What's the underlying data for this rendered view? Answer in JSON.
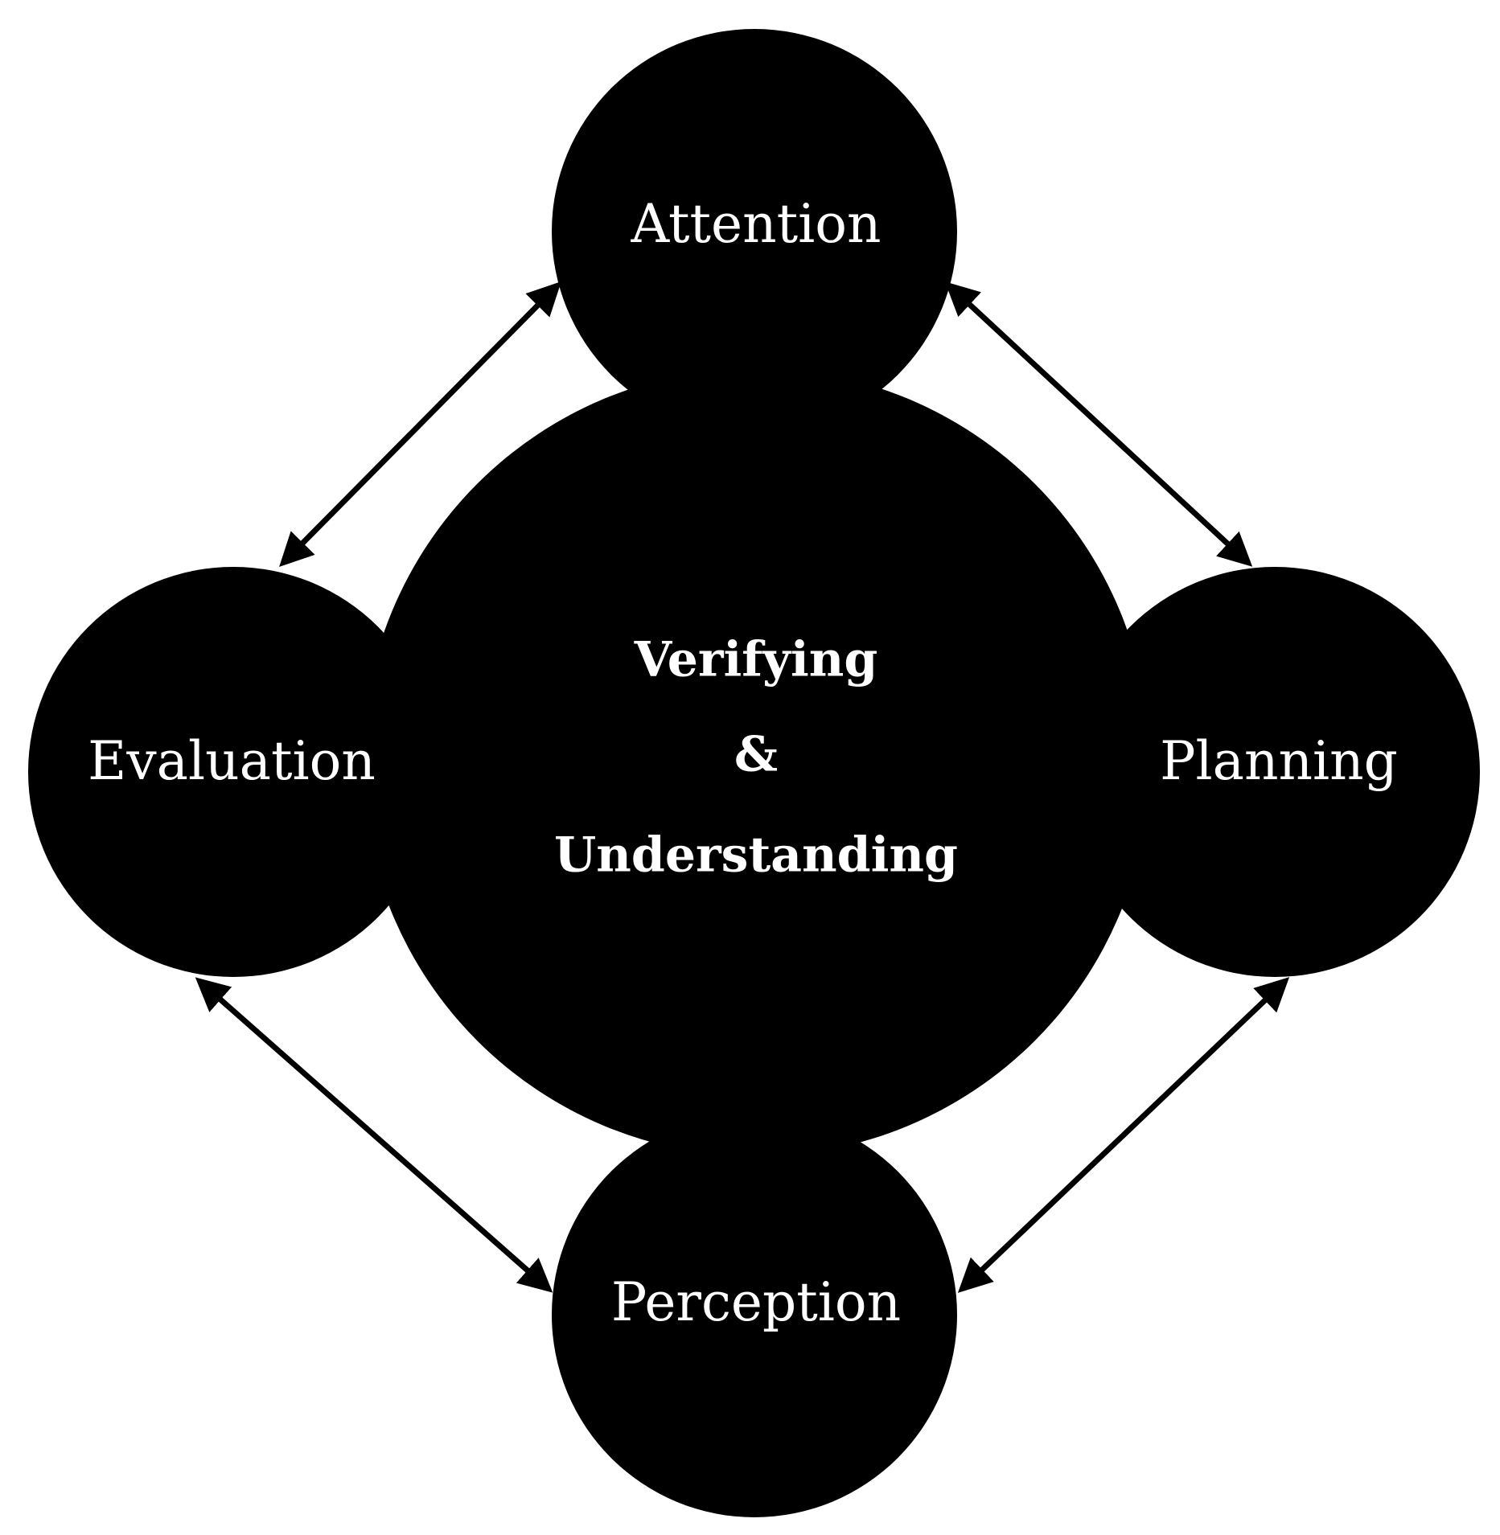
{
  "nodes": {
    "attention": {
      "label": "Attention"
    },
    "evaluation": {
      "label": "Evaluation"
    },
    "planning": {
      "label": "Planning"
    },
    "perception": {
      "label": "Perception"
    },
    "center": {
      "line1": "Verifying",
      "line2": "&",
      "line3": "Understanding"
    }
  },
  "edges": [
    {
      "from": "attention",
      "to": "evaluation",
      "direction": "bidirectional"
    },
    {
      "from": "attention",
      "to": "planning",
      "direction": "bidirectional"
    },
    {
      "from": "evaluation",
      "to": "perception",
      "direction": "bidirectional"
    },
    {
      "from": "planning",
      "to": "perception",
      "direction": "bidirectional"
    }
  ],
  "colors": {
    "node_fill": "#000000",
    "text": "#ffffff",
    "arrow": "#000000",
    "background": "#ffffff"
  }
}
